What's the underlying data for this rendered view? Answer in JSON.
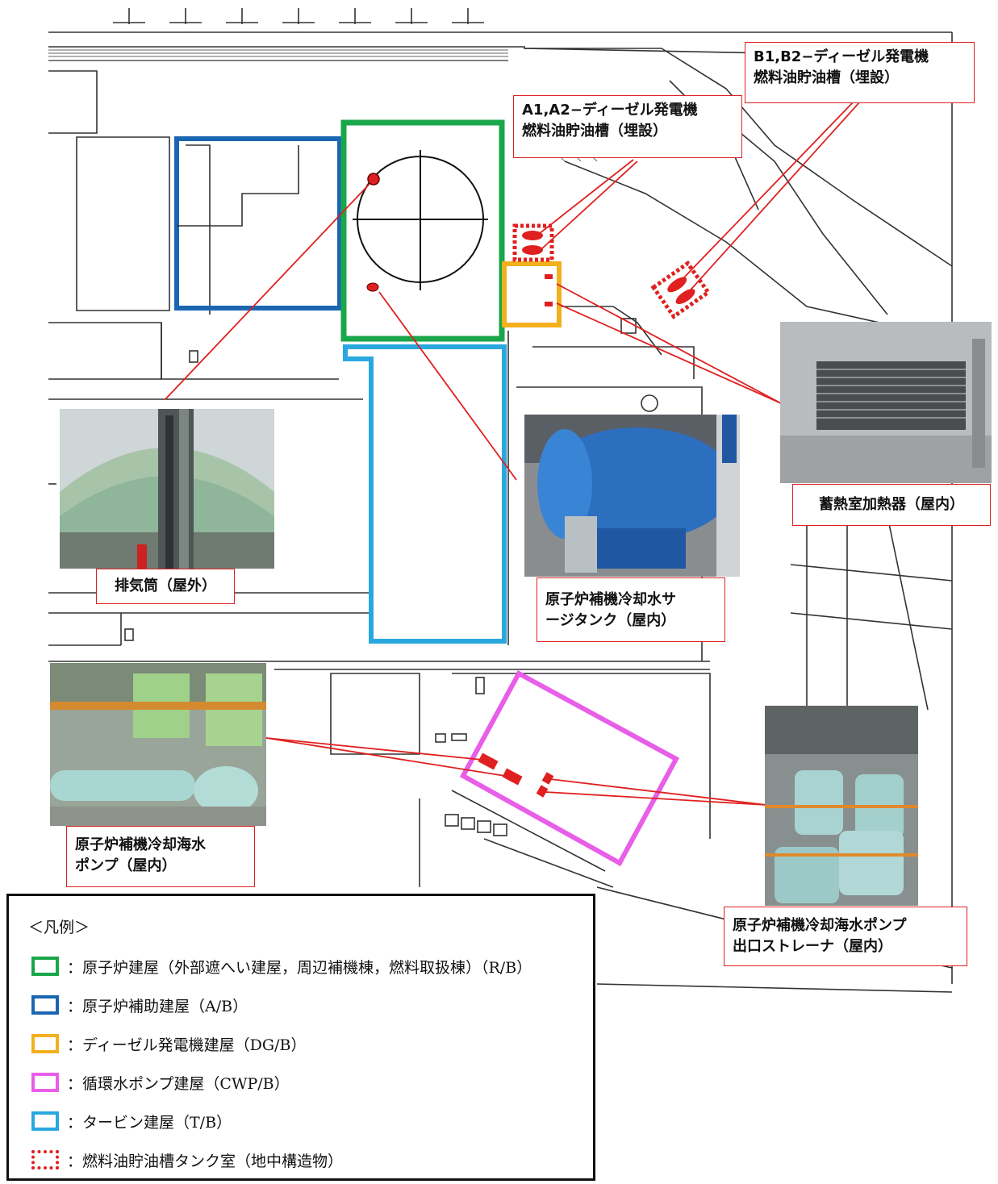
{
  "callouts": {
    "b_tank": "B1,B2−ディーゼル発電機\n燃料油貯油槽（埋設）",
    "a_tank": "A1,A2−ディーゼル発電機\n燃料油貯油槽（埋設）",
    "heater": "蓄熱室加熱器（屋内）",
    "stack": "排気筒（屋外）",
    "surge_tank": "原子炉補機冷却水サ\nージタンク（屋内）",
    "sw_pump": "原子炉補機冷却海水\nポンプ（屋内）",
    "strainer": "原子炉補機冷却海水ポンプ\n出口ストレーナ（屋内）"
  },
  "legend": {
    "title": "＜凡例＞",
    "items": [
      {
        "label": "：原子炉建屋（外部遮へい建屋，周辺補機棟，燃料取扱棟）（R/B）",
        "color": "#1aa64a",
        "style": "solid"
      },
      {
        "label": "：原子炉補助建屋（A/B）",
        "color": "#1a66b3",
        "style": "solid"
      },
      {
        "label": "：ディーゼル発電機建屋（DG/B）",
        "color": "#f2b01e",
        "style": "solid"
      },
      {
        "label": "：循環水ポンプ建屋（CWP/B）",
        "color": "#e85ee8",
        "style": "solid"
      },
      {
        "label": "：タービン建屋（T/B）",
        "color": "#29a8e0",
        "style": "solid"
      },
      {
        "label": "：燃料油貯油槽タンク室（地中構造物）",
        "color": "#e02020",
        "style": "dotted"
      }
    ]
  },
  "colors": {
    "reactor": "#1aa64a",
    "aux": "#1a66b3",
    "dg": "#f2b01e",
    "cwp": "#e85ee8",
    "turbine": "#29a8e0",
    "marker": "#e02020"
  }
}
